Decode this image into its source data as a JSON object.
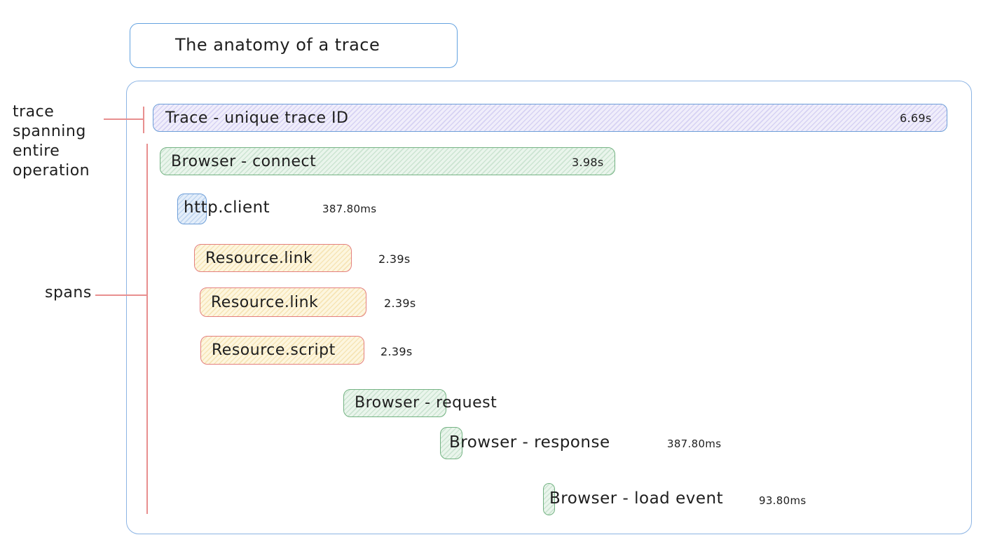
{
  "title": "The anatomy of a trace",
  "annotations": {
    "trace_note": {
      "lines": [
        "trace",
        "spanning",
        "entire",
        "operation"
      ]
    },
    "spans_note": "spans"
  },
  "trace_bar": {
    "label": "Trace - unique trace ID",
    "duration": "6.69s"
  },
  "spans": [
    {
      "name": "Browser - connect",
      "duration": "3.98s",
      "color": "green"
    },
    {
      "name": "http.client",
      "duration": "387.80ms",
      "color": "blue"
    },
    {
      "name": "Resource.link",
      "duration": "2.39s",
      "color": "yellow"
    },
    {
      "name": "Resource.link",
      "duration": "2.39s",
      "color": "yellow"
    },
    {
      "name": "Resource.script",
      "duration": "2.39s",
      "color": "yellow"
    },
    {
      "name": "Browser - request",
      "duration": "",
      "color": "green"
    },
    {
      "name": "Browser - response",
      "duration": "387.80ms",
      "color": "green"
    },
    {
      "name": "Browser - load event",
      "duration": "93.80ms",
      "color": "green"
    }
  ],
  "colors": {
    "blue_stroke": "#6d9ed8",
    "container_stroke": "#8cb4e4",
    "green_stroke": "#74b383",
    "yellow_red_stroke": "#e4807f",
    "annotation_red": "#e88f8f",
    "trace_fill": "#f0eefb",
    "green_fill": "#eaf5ec",
    "yellow_fill": "#fdf6df",
    "blue_fill": "#e4eefa",
    "text": "#1e1e1e"
  }
}
